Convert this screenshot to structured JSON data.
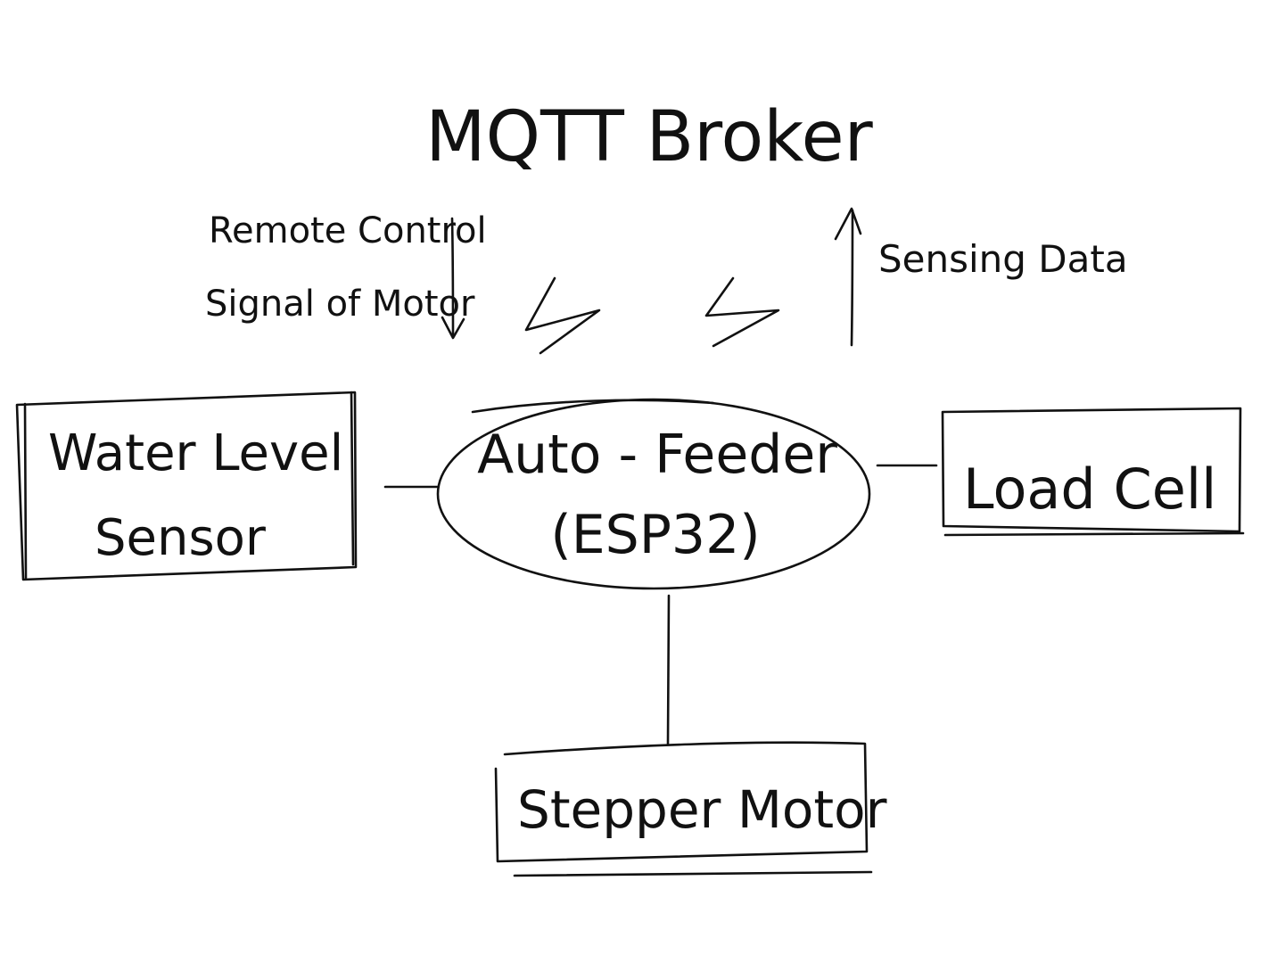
{
  "title": "MQTT   Broker",
  "annotations": {
    "downlink_line1": "Remote  Control",
    "downlink_line2": "Signal  of  Motor",
    "uplink": "Sensing  Data"
  },
  "nodes": {
    "center_line1": "Auto - Feeder",
    "center_line2": "(ESP32)",
    "left_line1": "Water  Level",
    "left_line2": "Sensor",
    "right": "Load  Cell",
    "bottom": "Stepper  Motor"
  },
  "icons": {
    "wireless_left": "lightning-bolt-icon",
    "wireless_right": "lightning-bolt-icon",
    "arrow_down": "arrow-down-icon",
    "arrow_up": "arrow-up-icon"
  },
  "colors": {
    "ink": "#111111",
    "paper": "#ffffff"
  }
}
